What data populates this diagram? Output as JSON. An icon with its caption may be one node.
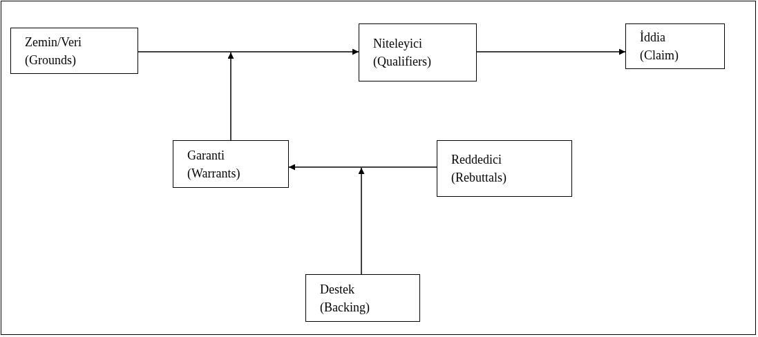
{
  "diagram": {
    "nodes": [
      {
        "text": [
          "Zemin/Veri",
          "(Grounds)"
        ]
      },
      {
        "text": [
          "Niteleyici",
          "(Qualifiers)"
        ]
      },
      {
        "text": [
          "İddia",
          "(Claim)"
        ]
      },
      {
        "text": [
          "Garanti",
          "(Warrants)"
        ]
      },
      {
        "text": [
          "Reddedici",
          "(Rebuttals)"
        ]
      },
      {
        "text": [
          "Destek",
          "(Backing)"
        ]
      }
    ],
    "edges": [
      {
        "from": 0,
        "to": 1,
        "arrow": "to"
      },
      {
        "from": 1,
        "to": 2,
        "arrow": "to"
      },
      {
        "from": 3,
        "to": null,
        "arrow": "to"
      },
      {
        "from": 4,
        "to": 3,
        "arrow": "to"
      },
      {
        "from": 5,
        "to": null,
        "arrow": "to"
      }
    ]
  }
}
